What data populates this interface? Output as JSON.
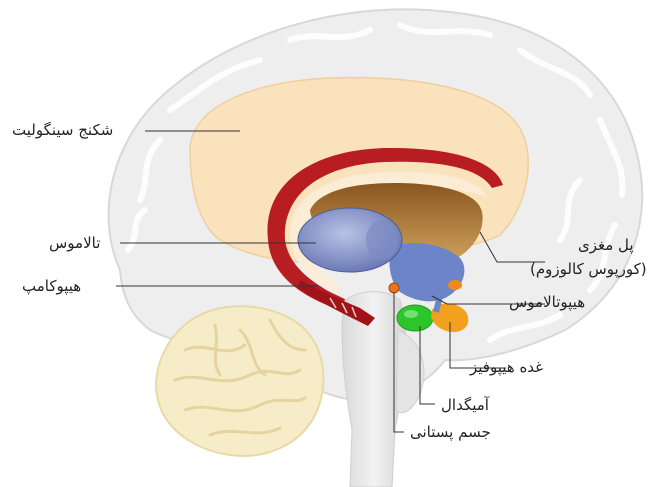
{
  "labels": {
    "cingulate": "شکنج سینگولیت",
    "thalamus": "تالاموس",
    "hippocampus": "هیپوکامپ",
    "corpus_callosum_line1": "پل مغزی",
    "corpus_callosum_line2": "(کورپوس کالوزوم)",
    "hypothalamus": "هیپوتالاموس",
    "pituitary": "غده هیپوفیز",
    "amygdala": "آمیگدال",
    "mammillary": "جسم پستانی"
  },
  "colors": {
    "cortex": "#eeeeee",
    "cingulate": "#f9e2bc",
    "corpus_callosum": "#b81d22",
    "thalamus": "#6f7db8",
    "hypothalamus": "#6c84c8",
    "fornix_area": "#9b6426",
    "amygdala": "#2cc52a",
    "pituitary": "#f3a01f",
    "mammillary": "#e8741b",
    "cerebellum": "#f6edc8"
  }
}
